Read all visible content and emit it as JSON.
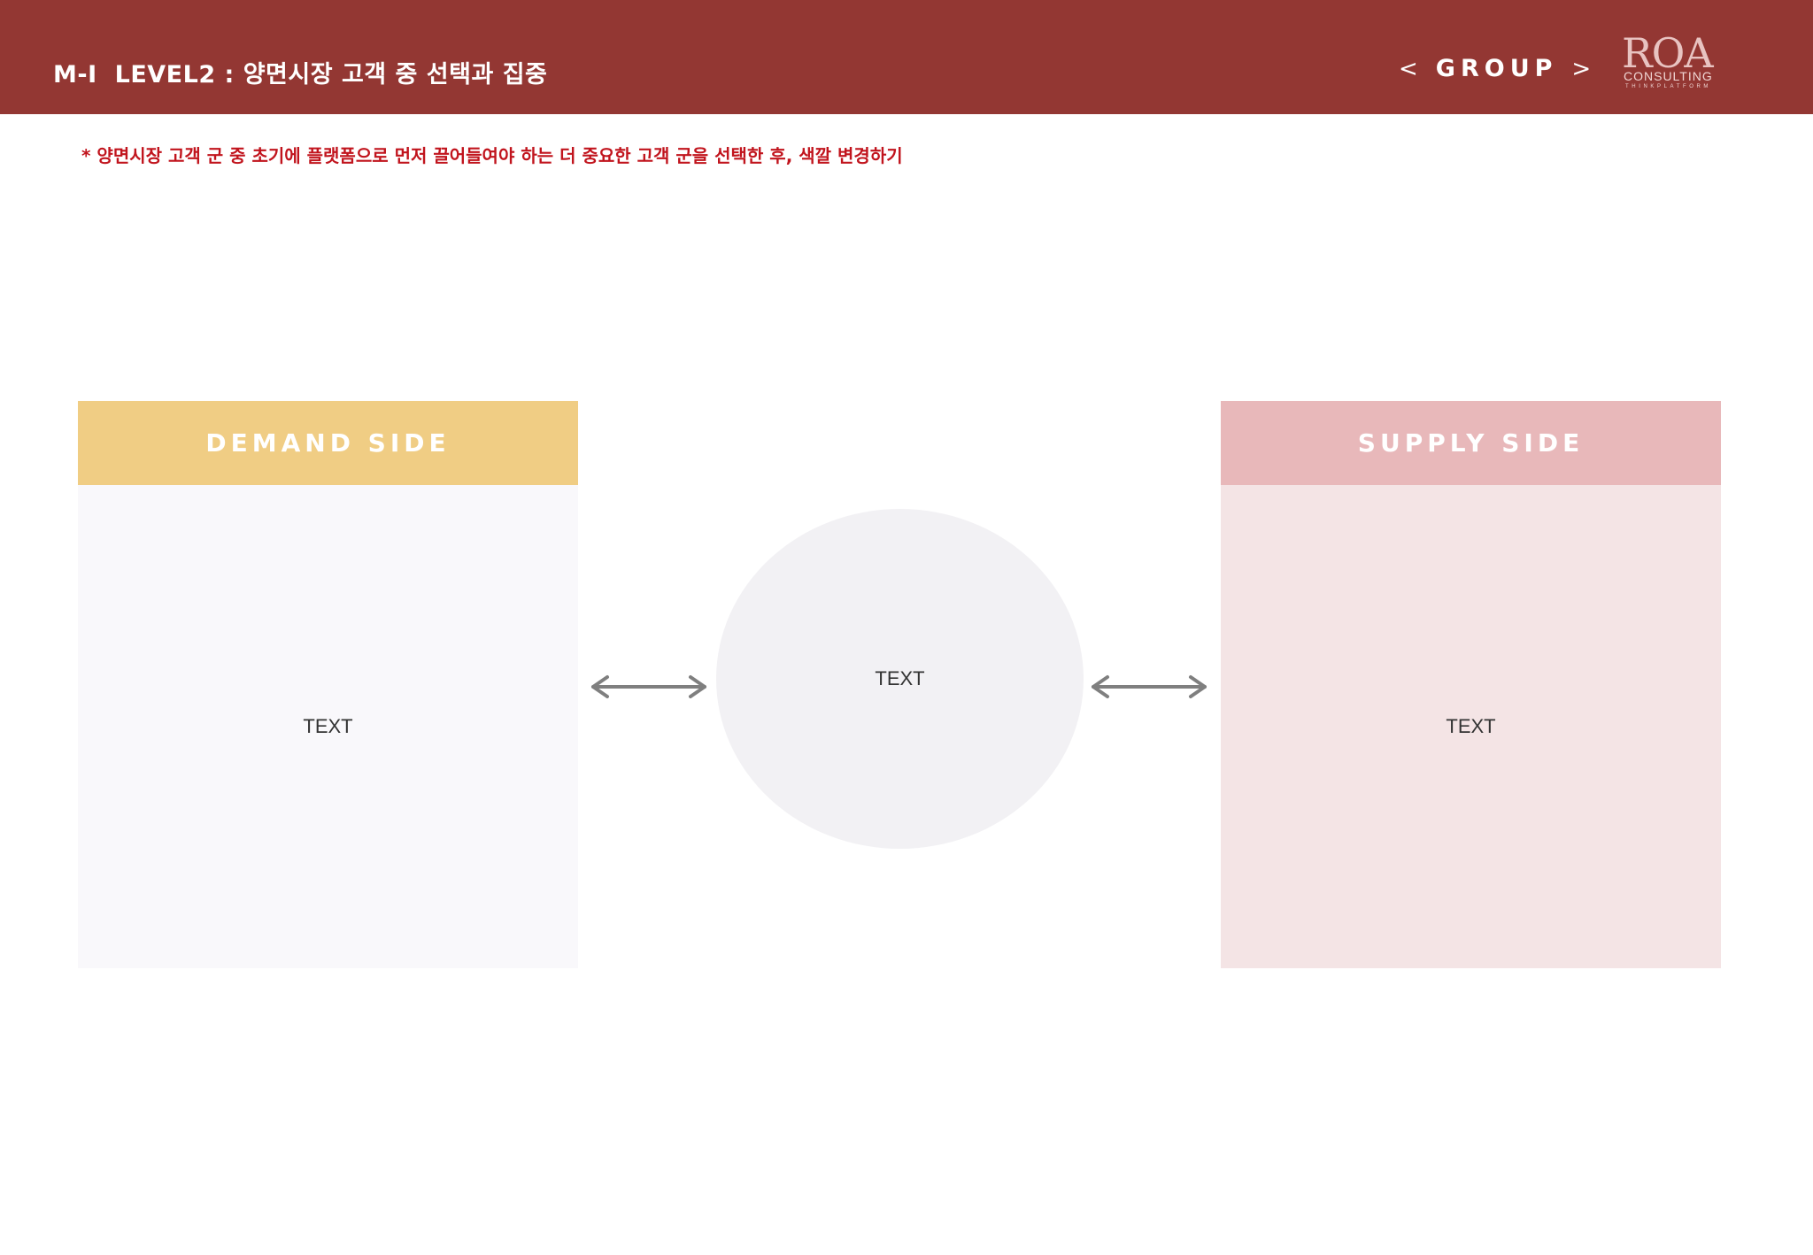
{
  "header": {
    "code": "M-Ⅰ",
    "title": "LEVEL2 : 양면시장 고객 중 선택과 집중",
    "group_prev": "<",
    "group_label": "GROUP",
    "group_next": ">",
    "background_color": "#933733"
  },
  "logo": {
    "name": "ROA",
    "subtitle": "CONSULTING",
    "tagline": "THINKPLATFORM"
  },
  "instruction": "* 양면시장 고객 군 중 초기에 플랫폼으로 먼저 끌어들여야 하는 더 중요한 고객 군을 선택한 후, 색깔 변경하기",
  "diagram": {
    "demand": {
      "title": "DEMAND SIDE",
      "body": "TEXT",
      "header_color": "#f0cd84",
      "body_color": "#f9f8fb"
    },
    "hub": {
      "body": "TEXT",
      "color": "#f2f1f4"
    },
    "supply": {
      "title": "SUPPLY SIDE",
      "body": "TEXT",
      "header_color": "#e8b8ba",
      "body_color": "#f4e4e5"
    },
    "arrow_color": "#7f7f7f"
  }
}
